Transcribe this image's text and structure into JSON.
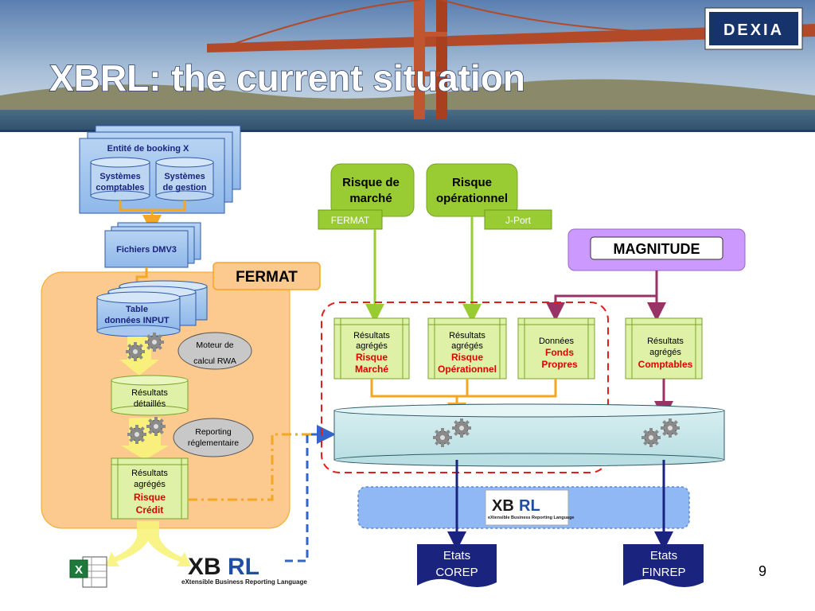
{
  "header": {
    "title": "XBRL: the current situation",
    "logo_text": "DEXIA"
  },
  "left": {
    "entity_title": "Entité de booking X",
    "sys_comptables": [
      "Systèmes",
      "comptables"
    ],
    "sys_gestion": [
      "Systèmes",
      "de gestion"
    ],
    "fichiers": "Fichiers DMV3",
    "fermat_label": "FERMAT",
    "table_input": [
      "Table",
      "données INPUT"
    ],
    "moteur": [
      "Moteur de",
      "calcul RWA"
    ],
    "resultats_detailles": [
      "Résultats",
      "détaillés"
    ],
    "reporting": [
      "Reporting",
      "réglementaire"
    ],
    "res_credit": [
      "Résultats",
      "agrégés"
    ],
    "res_credit_red": [
      "Risque",
      "Crédit"
    ]
  },
  "right": {
    "risque_marche": [
      "Risque de",
      "marché"
    ],
    "risque_oper": [
      "Risque",
      "opérationnel"
    ],
    "fermat_tag": "FERMAT",
    "jport_tag": "J-Port",
    "magnitude": "MAGNITUDE",
    "box_marche": [
      "Résultats",
      "agrégés"
    ],
    "box_marche_red": [
      "Risque",
      "Marché"
    ],
    "box_oper": [
      "Résultats",
      "agrégés"
    ],
    "box_oper_red": [
      "Risque",
      "Opérationnel"
    ],
    "box_fonds": [
      "Données"
    ],
    "box_fonds_red": [
      "Fonds",
      "Propres"
    ],
    "box_compt": [
      "Résultats",
      "agrégés"
    ],
    "box_compt_red": [
      "Comptables"
    ],
    "etats_corep": [
      "Etats",
      "COREP"
    ],
    "etats_finrep": [
      "Etats",
      "FINREP"
    ]
  },
  "xbrl_logo": {
    "text_x": "XB",
    "text_rl": "RL",
    "subtitle": "eXtensible Business Reporting Language"
  },
  "page_number": "9",
  "colors": {
    "orange": "#f5a623",
    "green": "#99cc33",
    "purple": "#cc99ff",
    "red_text": "#e00000",
    "navy": "#1a237e"
  }
}
